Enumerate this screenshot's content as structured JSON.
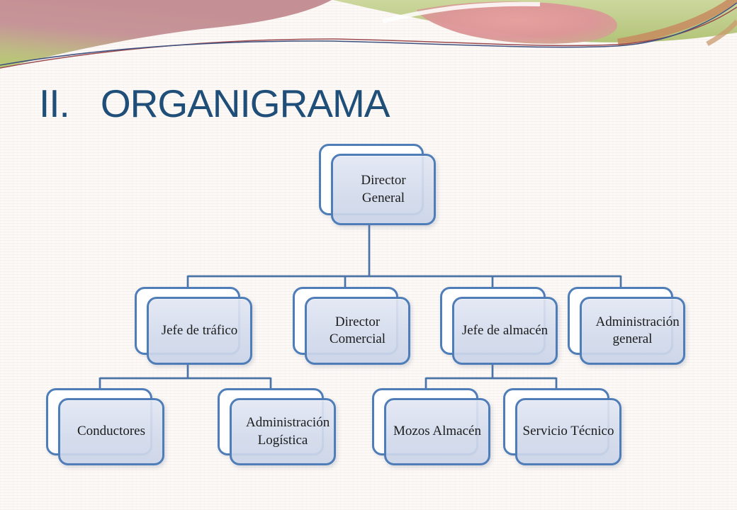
{
  "slide": {
    "title_numeral": "II.",
    "title_text": "ORGANIGRAMA"
  },
  "org_chart": {
    "type": "organization-chart",
    "nodes": [
      {
        "label": "Director General",
        "level": 1,
        "reports_to": null
      },
      {
        "label": "Jefe de tráfico",
        "level": 2,
        "reports_to": "Director General"
      },
      {
        "label": "Director Comercial",
        "level": 2,
        "reports_to": "Director General"
      },
      {
        "label": "Jefe de almacén",
        "level": 2,
        "reports_to": "Director General"
      },
      {
        "label": "Administración general",
        "level": 2,
        "reports_to": "Director General"
      },
      {
        "label": "Conductores",
        "level": 3,
        "reports_to": "Jefe de tráfico"
      },
      {
        "label": "Administración Logística",
        "level": 3,
        "reports_to": "Jefe de tráfico"
      },
      {
        "label": "Mozos Almacén",
        "level": 3,
        "reports_to": "Jefe de almacén"
      },
      {
        "label": "Servicio Técnico",
        "level": 3,
        "reports_to": "Jefe de almacén"
      }
    ],
    "colors": {
      "box_border": "#4f7db8",
      "box_fill": "#d6dded",
      "shadow_box_fill": "#ffffff",
      "connector": "#4a74a8",
      "node_text": "#1c1c1c",
      "title_text": "#1f4e79",
      "banner_rose": "#c48f95",
      "banner_green": "#b9cc7b",
      "banner_pink": "#e49b9d",
      "banner_tan": "#c68e62",
      "background": "#fcf9f6"
    }
  }
}
